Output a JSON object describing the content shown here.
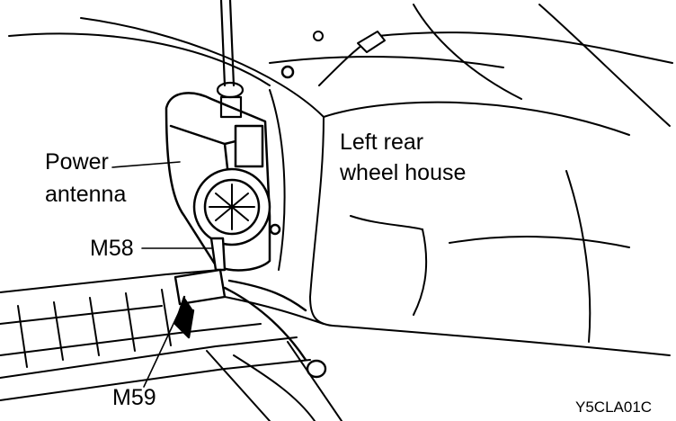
{
  "labels": {
    "power_antenna_line1": "Power",
    "power_antenna_line2": "antenna",
    "wheel_house_line1": "Left rear",
    "wheel_house_line2": "wheel house",
    "connector_m58": "M58",
    "connector_m59": "M59",
    "figure_code": "Y5CLA01C"
  },
  "colors": {
    "ink": "#000000",
    "paper": "#ffffff"
  }
}
